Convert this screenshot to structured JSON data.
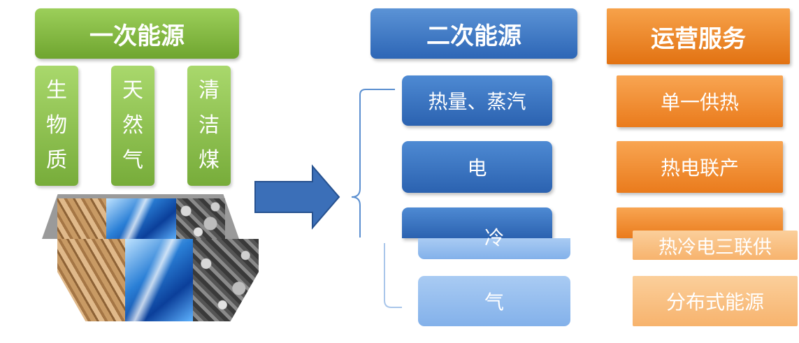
{
  "primary": {
    "header": "一次能源",
    "columns": [
      {
        "label": "生物质",
        "chars": [
          "生",
          "物",
          "质"
        ]
      },
      {
        "label": "天然气",
        "chars": [
          "天",
          "然",
          "气"
        ]
      },
      {
        "label": "清洁煤",
        "chars": [
          "清",
          "洁",
          "煤"
        ]
      }
    ]
  },
  "secondary": {
    "header": "二次能源",
    "items": [
      "热量、蒸汽",
      "电",
      "冷",
      "气"
    ]
  },
  "services": {
    "header": "运营服务",
    "items": [
      "单一供热",
      "热电联产",
      "热冷电三联供",
      "分布式能源"
    ]
  },
  "colors": {
    "green": "#7fb33f",
    "blue": "#2f67b5",
    "orange": "#ea7b1c",
    "arrow": "#3b6fb8"
  }
}
